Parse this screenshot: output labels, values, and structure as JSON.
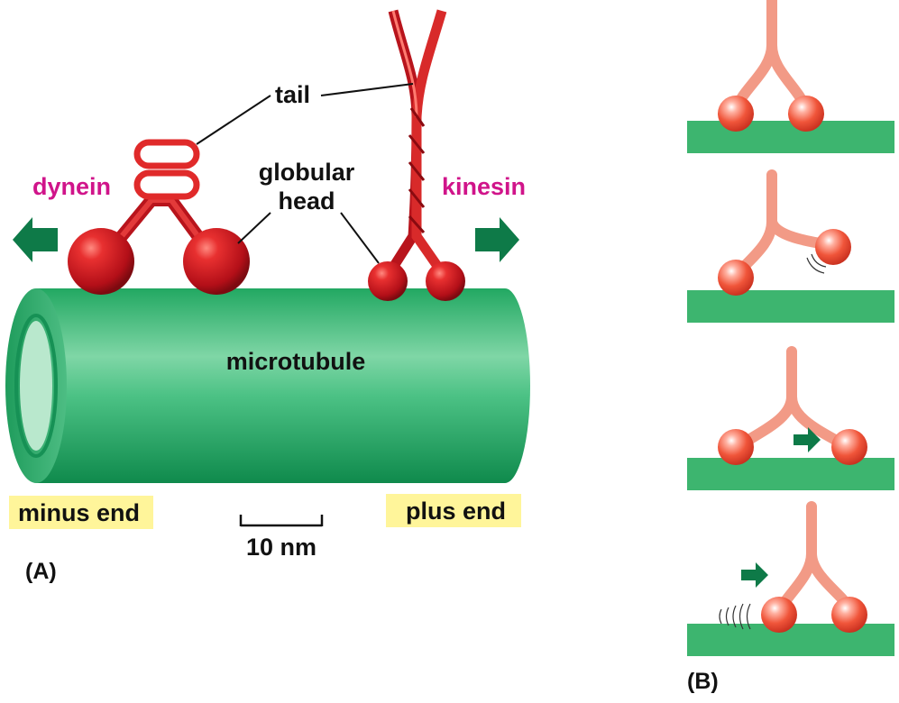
{
  "panel_a": {
    "panel_label": "(A)",
    "labels": {
      "dynein": "dynein",
      "kinesin": "kinesin",
      "tail": "tail",
      "globular_head_line1": "globular",
      "globular_head_line2": "head",
      "microtubule": "microtubule",
      "minus_end": "minus end",
      "plus_end": "plus end",
      "scale_bar": "10 nm"
    }
  },
  "panel_b": {
    "panel_label": "(B)",
    "steps": [
      "step-1",
      "step-2",
      "step-3",
      "step-4"
    ]
  },
  "colors": {
    "microtubule": "#2fb06e",
    "motor_protein": "#d01a22",
    "motor_highlight_text": "#d0148a",
    "label_highlight": "#fff59a",
    "arrow": "#0e7a48",
    "kinesin_schematic": "#f29a86",
    "track": "#3db56f"
  }
}
